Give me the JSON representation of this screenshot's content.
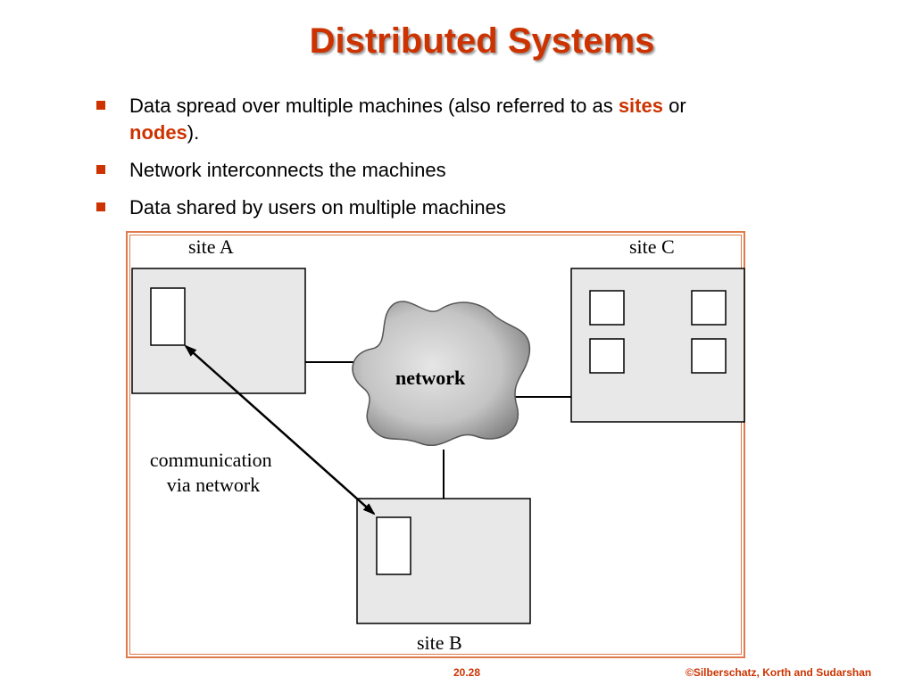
{
  "slide": {
    "title": "Distributed Systems",
    "bullets": [
      {
        "text_before": "Data spread over multiple machines (also referred to as ",
        "hl1": "sites",
        "text_mid": " or ",
        "hl2": "nodes",
        "text_after": ")."
      },
      {
        "text": "Network interconnects the machines"
      },
      {
        "text": "Data shared by users on multiple machines"
      }
    ]
  },
  "diagram": {
    "site_a": "site A",
    "site_b": "site B",
    "site_c": "site C",
    "network": "network",
    "comm_line1": "communication",
    "comm_line2": "via network"
  },
  "footer": {
    "page": "20.28",
    "copyright": "©Silberschatz, Korth and Sudarshan"
  },
  "colors": {
    "accent": "#cc3300",
    "box_fill": "#e8e8e8",
    "frame": "#e07a4a"
  }
}
